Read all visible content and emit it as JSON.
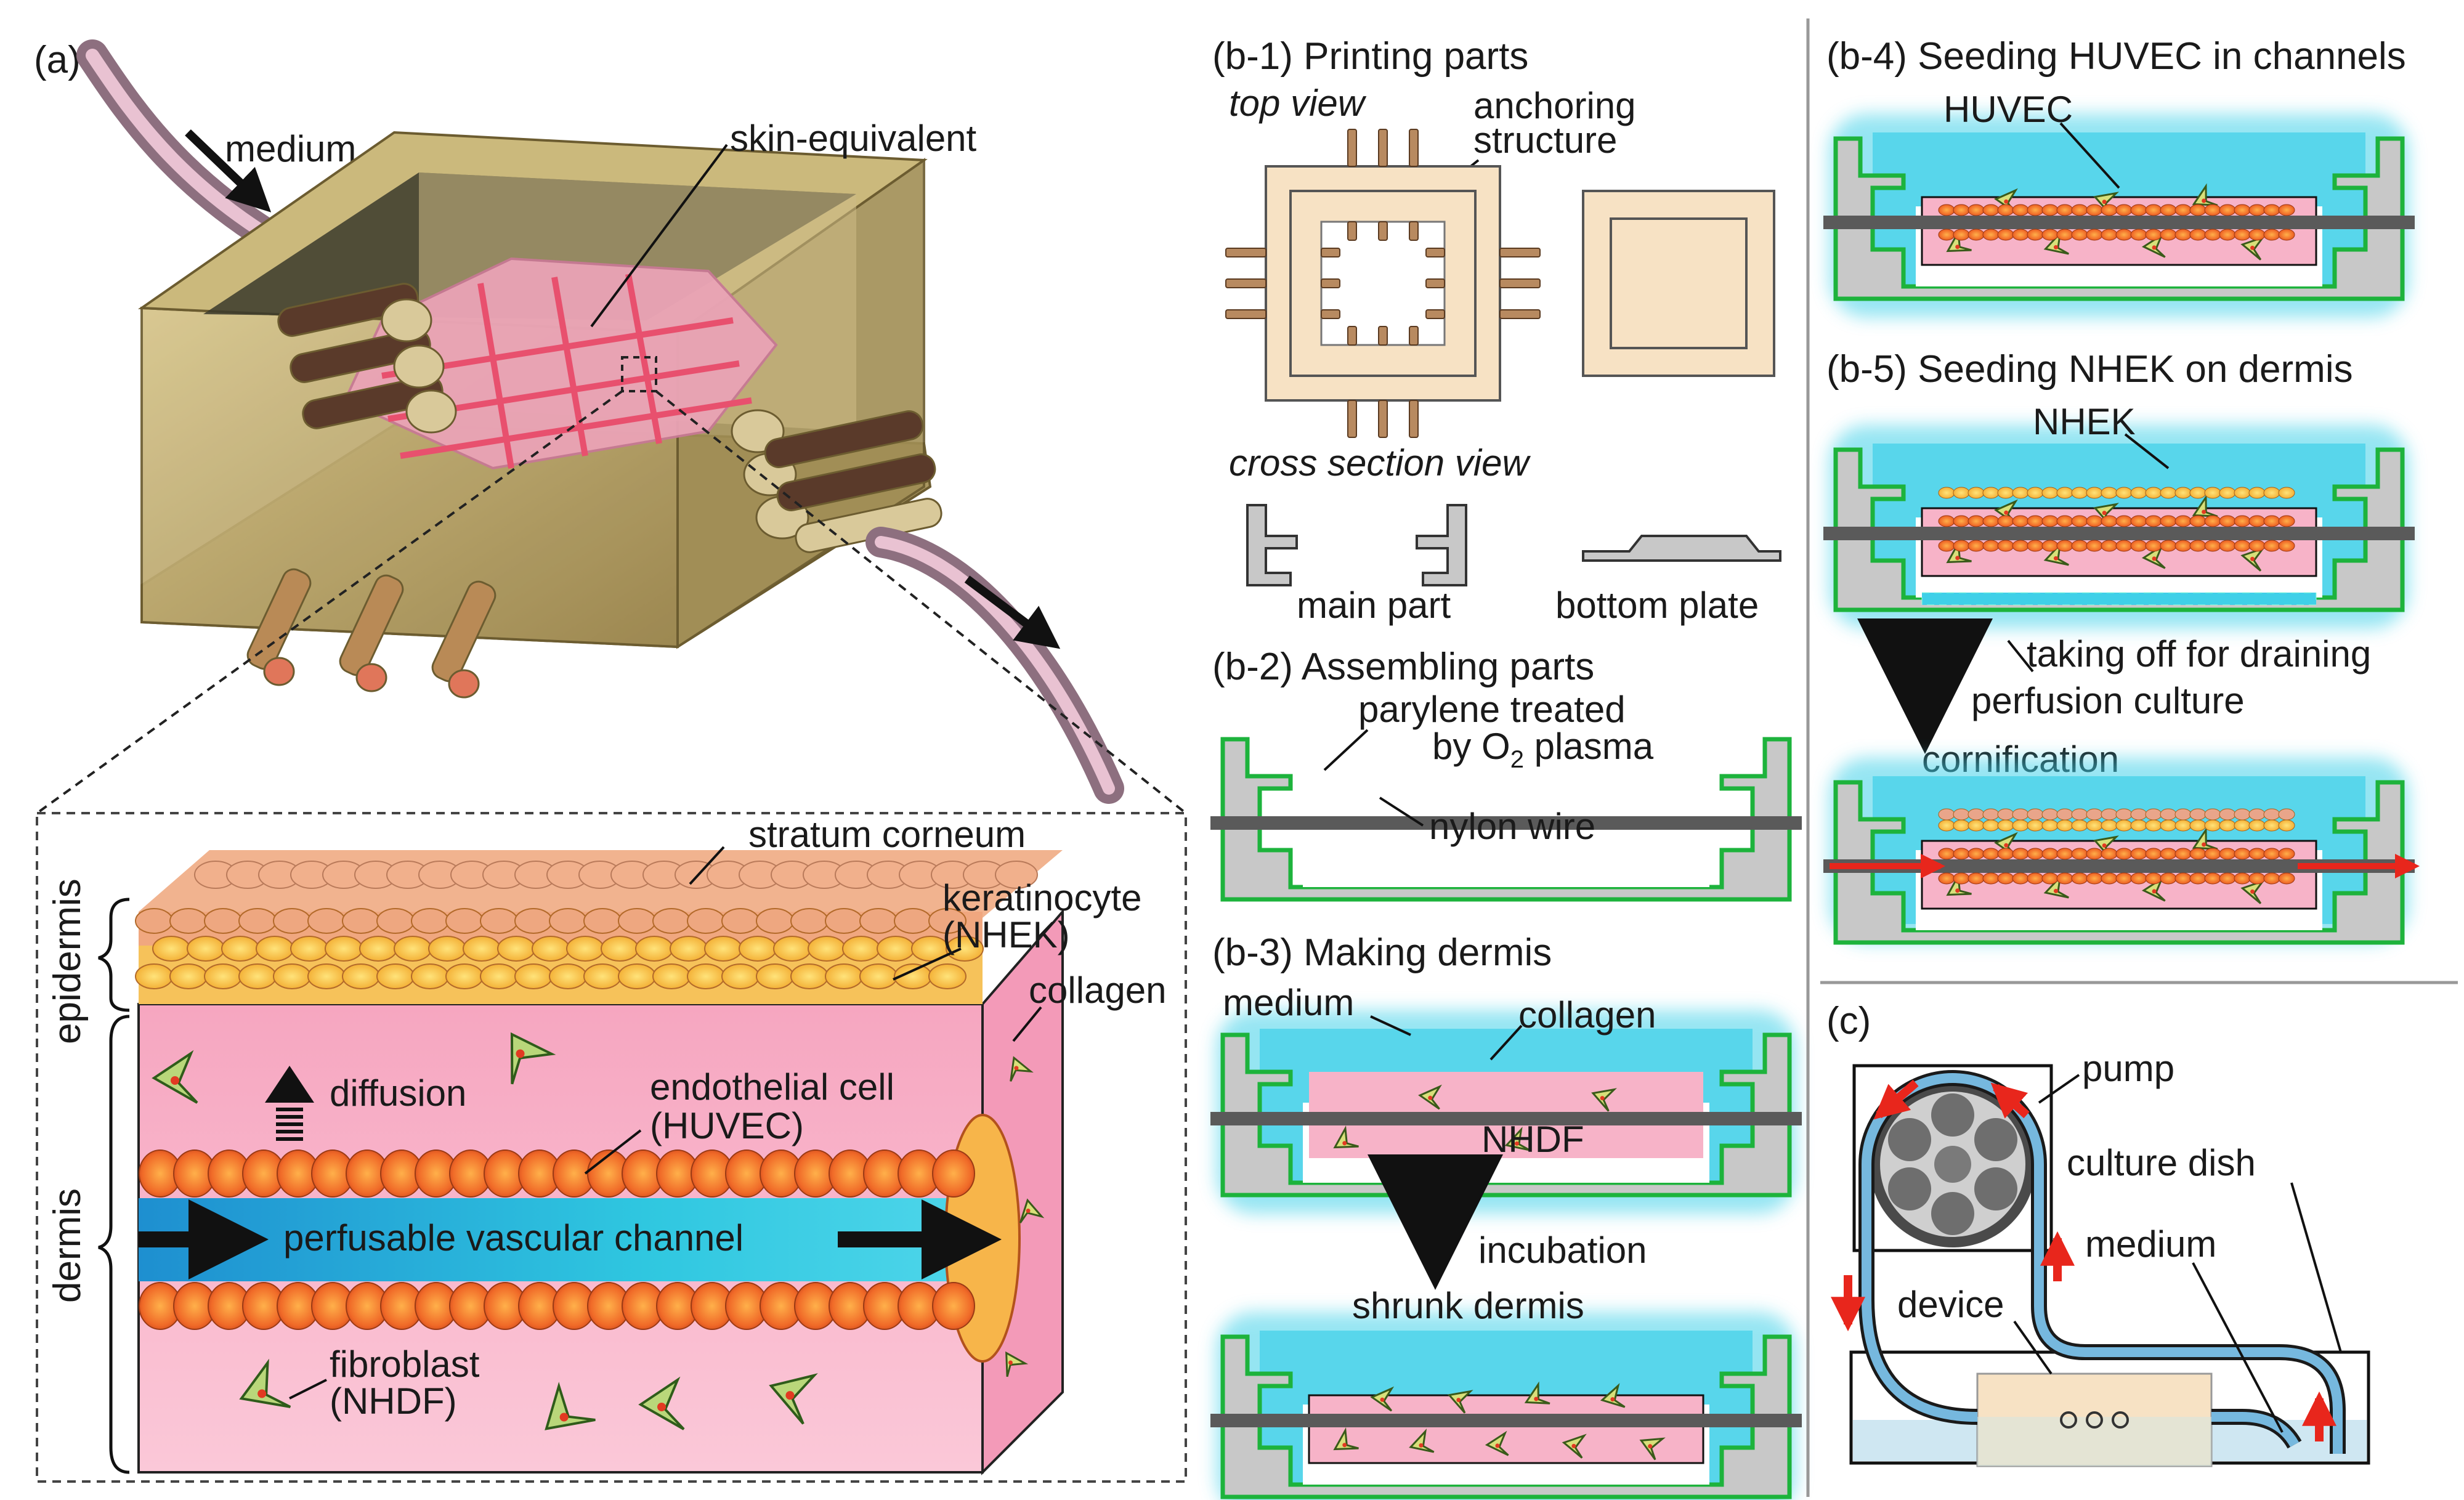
{
  "panel_a": {
    "letter": "(a)",
    "medium_in": "medium",
    "skin_equivalent": "skin-equivalent",
    "stratum_corneum": "stratum corneum",
    "keratinocyte": "keratinocyte",
    "keratinocyte_abbr": "(NHEK)",
    "collagen": "collagen",
    "epidermis": "epidermis",
    "dermis": "dermis",
    "diffusion": "diffusion",
    "endothelial": "endothelial cell",
    "endothelial_abbr": "(HUVEC)",
    "channel": "perfusable vascular channel",
    "fibroblast": "fibroblast",
    "fibroblast_abbr": "(NHDF)"
  },
  "panel_b1": {
    "title": "(b-1) Printing parts",
    "top_view": "top view",
    "anchoring_1": "anchoring",
    "anchoring_2": "structure",
    "cross_section": "cross section view",
    "main_part": "main part",
    "bottom_plate": "bottom plate"
  },
  "panel_b2": {
    "title": "(b-2) Assembling parts",
    "parylene_1": "parylene treated",
    "parylene_2": "by O",
    "parylene_sub": "2",
    "parylene_3": " plasma",
    "nylon": "nylon wire"
  },
  "panel_b3": {
    "title": "(b-3) Making dermis",
    "medium": "medium",
    "collagen": "collagen",
    "nhdf": "NHDF",
    "incubation": "incubation",
    "shrunk": "shrunk dermis"
  },
  "panel_b4": {
    "title": "(b-4) Seeding HUVEC in channels",
    "huvec": "HUVEC"
  },
  "panel_b5": {
    "title": "(b-5) Seeding NHEK on dermis",
    "nhek": "NHEK",
    "taking_off": "taking off for draining",
    "perfusion": "perfusion culture",
    "cornification": "cornification"
  },
  "panel_c": {
    "letter": "(c)",
    "pump": "pump",
    "culture_dish": "culture dish",
    "medium": "medium",
    "device": "device"
  },
  "colors": {
    "green_outline": "#1db33c",
    "cyan_medium": "#3fd0e8",
    "pink_dermis": "#f7b3c8",
    "red_arrow": "#e8261c",
    "housing_gold": "#b4a060"
  }
}
